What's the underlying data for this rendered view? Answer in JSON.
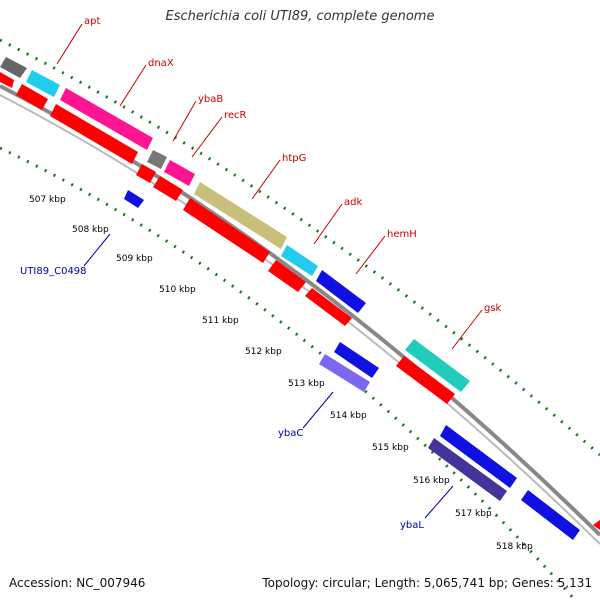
{
  "title": "Escherichia coli UTI89, complete genome",
  "footer": {
    "accession": "Accession: NC_007946",
    "topology": "Topology: circular; Length: 5,065,741 bp; Genes: 5,131"
  },
  "colors": {
    "backbone": "#888888",
    "dots": "#1a7a1a",
    "upper_label": "#cc0000",
    "lower_label": "#0000aa"
  },
  "kbp_labels": [
    "507 kbp",
    "508 kbp",
    "509 kbp",
    "510 kbp",
    "511 kbp",
    "512 kbp",
    "513 kbp",
    "514 kbp",
    "515 kbp",
    "516 kbp",
    "517 kbp",
    "518 kbp"
  ],
  "gene_labels_upper": [
    "apt",
    "dnaX",
    "ybaB",
    "recR",
    "htpG",
    "adk",
    "hemH",
    "gsk"
  ],
  "gene_labels_lower": [
    "UTI89_C0498",
    "ybaC",
    "ybaL"
  ],
  "gene_color_names": [
    "gray",
    "cyan",
    "magenta",
    "olive",
    "teal",
    "blue",
    "slate-blue",
    "navy"
  ]
}
